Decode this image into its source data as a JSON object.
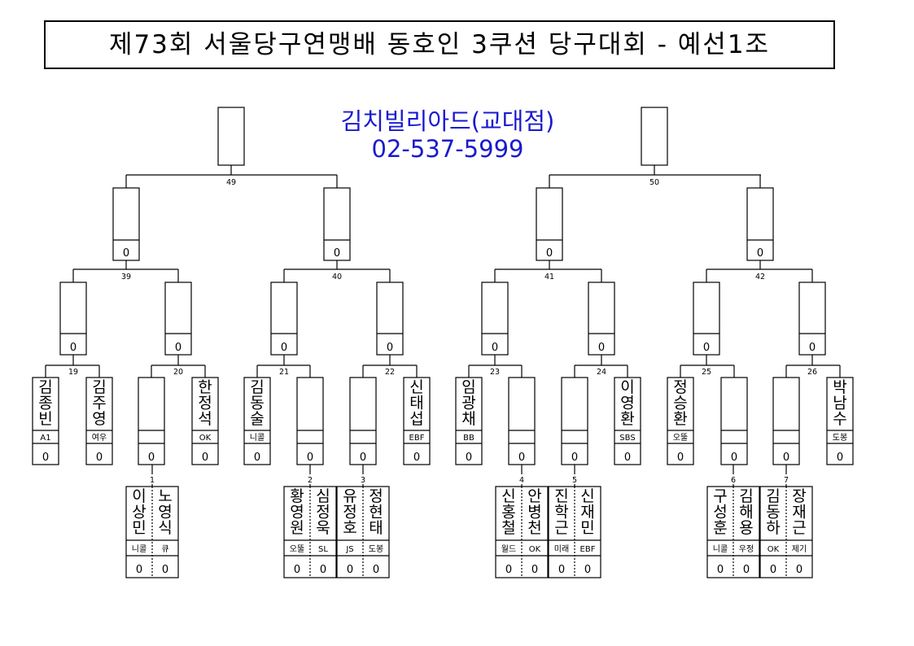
{
  "title": "제73회 서울당구연맹배 동호인 3쿠션 당구대회 - 예선1조",
  "venue": {
    "name": "김치빌리아드(교대점)",
    "phone": "02-537-5999"
  },
  "score_mark": "0",
  "match_numbers": [
    "1",
    "2",
    "3",
    "4",
    "5",
    "6",
    "7",
    "19",
    "20",
    "21",
    "22",
    "23",
    "24",
    "25",
    "26",
    "39",
    "40",
    "41",
    "42",
    "49",
    "50"
  ],
  "seeded_players": [
    {
      "name": "김종빈",
      "club": "A1"
    },
    {
      "name": "김주영",
      "club": "여우"
    },
    {
      "name": "한정석",
      "club": "OK"
    },
    {
      "name": "김동술",
      "club": "니콜"
    },
    {
      "name": "신태섭",
      "club": "EBF"
    },
    {
      "name": "임광채",
      "club": "BB"
    },
    {
      "name": "이영환",
      "club": "SBS"
    },
    {
      "name": "정승환",
      "club": "오뚤"
    },
    {
      "name": "박남수",
      "club": "도봉"
    }
  ],
  "first_round": [
    {
      "match": "1",
      "players": [
        {
          "name": "이상민",
          "club": "니콜"
        },
        {
          "name": "노영식",
          "club": "큐"
        }
      ]
    },
    {
      "match": "2",
      "players": [
        {
          "name": "황영원",
          "club": "오뚤"
        },
        {
          "name": "심정욱",
          "club": "SL"
        }
      ]
    },
    {
      "match": "3",
      "players": [
        {
          "name": "유정호",
          "club": "JS"
        },
        {
          "name": "정현태",
          "club": "도봉"
        }
      ]
    },
    {
      "match": "4",
      "players": [
        {
          "name": "신홍철",
          "club": "월드"
        },
        {
          "name": "안병천",
          "club": "OK"
        }
      ]
    },
    {
      "match": "5",
      "players": [
        {
          "name": "진학근",
          "club": "미래"
        },
        {
          "name": "신재민",
          "club": "EBF"
        }
      ]
    },
    {
      "match": "6",
      "players": [
        {
          "name": "구성훈",
          "club": "니콜"
        },
        {
          "name": "김해용",
          "club": "우정"
        }
      ]
    },
    {
      "match": "7",
      "players": [
        {
          "name": "김동하",
          "club": "OK"
        },
        {
          "name": "장재근",
          "club": "제기"
        }
      ]
    }
  ]
}
